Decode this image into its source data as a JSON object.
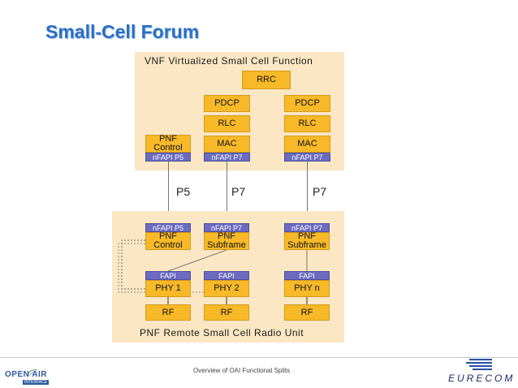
{
  "title": "Small-Cell Forum",
  "vnf": {
    "label": "VNF Virtualized Small Cell Function",
    "rrc": "RRC",
    "stack1": {
      "pdcp": "PDCP",
      "rlc": "RLC",
      "mac": "MAC",
      "nfapi": "nFAPI P7"
    },
    "stack2": {
      "pdcp": "PDCP",
      "rlc": "RLC",
      "mac": "MAC",
      "nfapi": "nFAPI P7"
    },
    "pnf_control": {
      "line1": "PNF",
      "line2": "Control",
      "nfapi": "nFAPI P5"
    }
  },
  "interfaces": {
    "p5": "P5",
    "p7a": "P7",
    "p7b": "P7"
  },
  "pnf": {
    "label": "PNF Remote Small Cell Radio Unit",
    "col1": {
      "nfapi": "nFAPI P5",
      "line1": "PNF",
      "line2": "Control",
      "fapi": "FAPI",
      "phy": "PHY 1",
      "rf": "RF"
    },
    "col2": {
      "nfapi": "nFAPI P7",
      "line1": "PNF",
      "line2": "Subframe",
      "fapi": "FAPI",
      "phy": "PHY 2",
      "rf": "RF"
    },
    "col3": {
      "nfapi": "nFAPI P7",
      "line1": "PNF",
      "line2": "Subframe",
      "fapi": "FAPI",
      "phy": "PHY n",
      "rf": "RF"
    }
  },
  "footer": {
    "text": "Overview of OAI Functional Splits",
    "logo_left_line1": "OPEN AIR",
    "logo_left_line2": "INTERFACE",
    "logo_right": "EURECOM"
  }
}
